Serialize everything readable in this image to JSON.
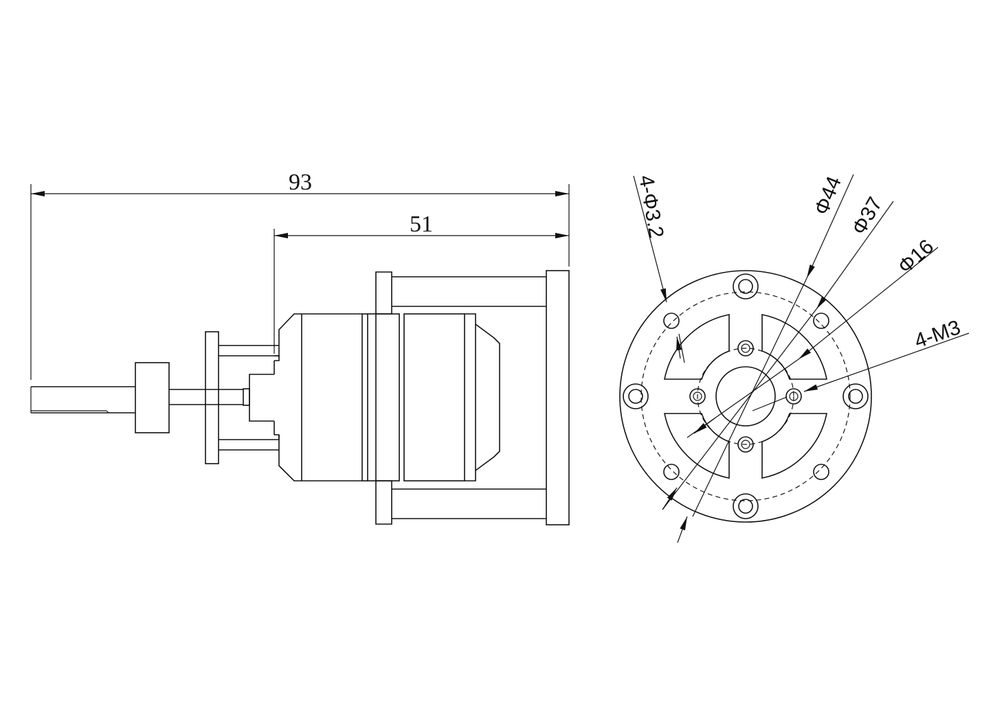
{
  "colors": {
    "stroke": "#111111",
    "background": "#ffffff"
  },
  "side_view": {
    "overall_length_label": "93",
    "body_length_label": "51"
  },
  "front_view": {
    "mount_holes_label": "4-Φ3.2",
    "outer_diameter_label": "Φ44",
    "bolt_circle_label": "Φ37",
    "inner_circle_label": "Φ16",
    "thread_holes_label": "4-M3"
  }
}
